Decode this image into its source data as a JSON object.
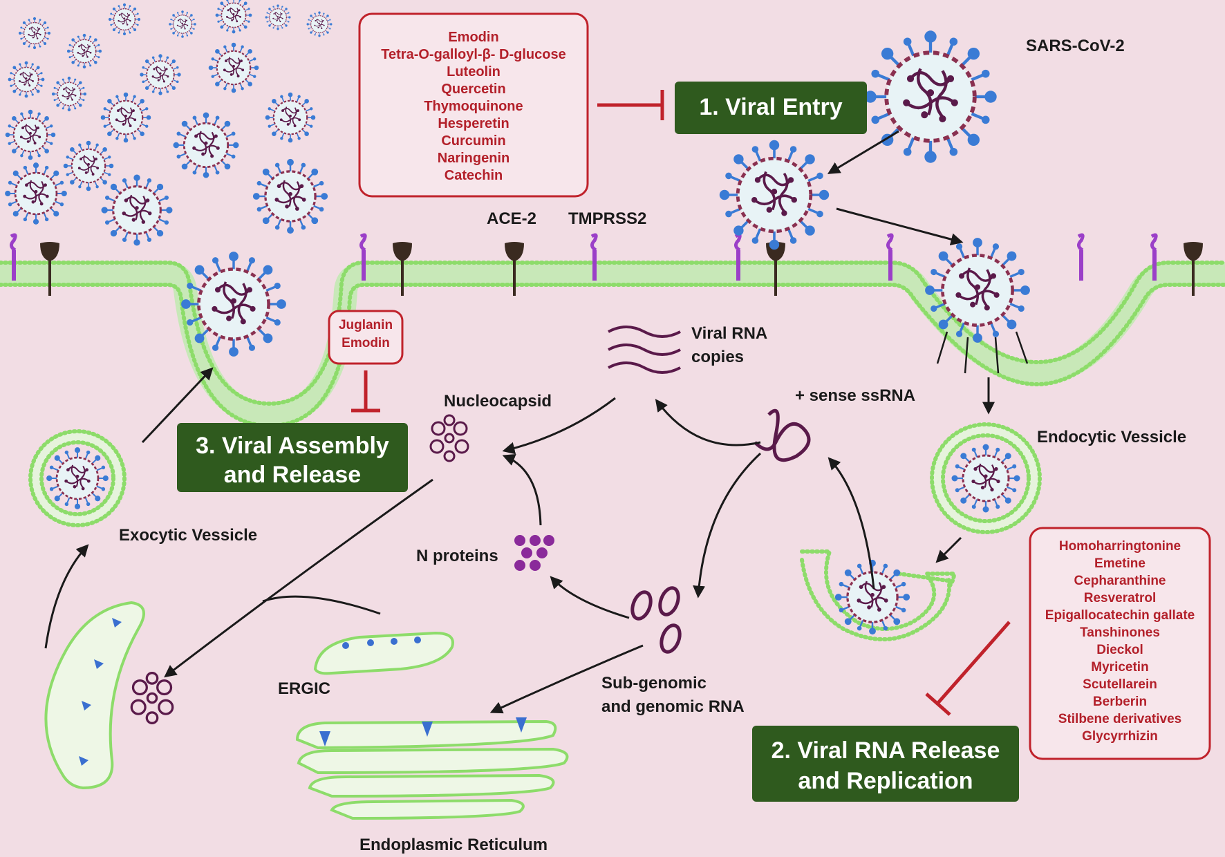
{
  "colors": {
    "background": "#f2dde4",
    "stage_box": "#2f5a1e",
    "inhibitor_text": "#b3202a",
    "membrane": "#8ddc6a",
    "virus_spike": "#3a7bd5",
    "rna": "#5a1a4a"
  },
  "stages": {
    "entry": "1. Viral Entry",
    "replication_line1": "2. Viral RNA Release",
    "replication_line2": "and Replication",
    "assembly_line1": "3. Viral Assembly",
    "assembly_line2": "and Release"
  },
  "inhibitors": {
    "entry": [
      "Emodin",
      "Tetra-O-galloyl-β- D-glucose",
      "Luteolin",
      "Quercetin",
      "Thymoquinone",
      "Hesperetin",
      "Curcumin",
      "Naringenin",
      "Catechin"
    ],
    "assembly": [
      "Juglanin",
      "Emodin"
    ],
    "replication": [
      "Homoharringtonine",
      "Emetine",
      "Cepharanthine",
      "Resveratrol",
      "Epigallocatechin gallate",
      "Tanshinones",
      "Dieckol",
      "Myricetin",
      "Scutellarein",
      "Berberin",
      "Stilbene derivatives",
      "Glycyrrhizin"
    ]
  },
  "labels": {
    "virus": "SARS-CoV-2",
    "ace2": "ACE-2",
    "tmprss2": "TMPRSS2",
    "viral_rna_line1": "Viral RNA",
    "viral_rna_line2": "copies",
    "sense_ssrna": "+ sense ssRNA",
    "nucleocapsid": "Nucleocapsid",
    "endocytic": "Endocytic Vessicle",
    "exocytic": "Exocytic Vessicle",
    "n_proteins": "N proteins",
    "subgenomic_line1": "Sub-genomic",
    "subgenomic_line2": "and genomic RNA",
    "ergic": "ERGIC",
    "er": "Endoplasmic Reticulum"
  }
}
